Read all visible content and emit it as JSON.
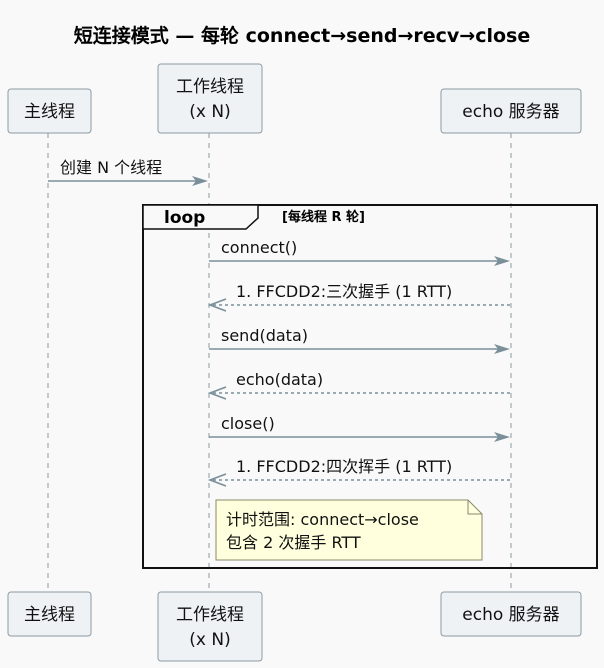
{
  "title": "短连接模式 — 每轮 connect→send→recv→close",
  "participants": [
    {
      "id": "main",
      "lines": [
        "主线程"
      ]
    },
    {
      "id": "worker",
      "lines": [
        "工作线程",
        "(x N)"
      ]
    },
    {
      "id": "server",
      "lines": [
        "echo 服务器"
      ]
    }
  ],
  "messages": [
    {
      "from": "main",
      "to": "worker",
      "label": "创建 N 个线程",
      "style": "solid"
    },
    {
      "from": "worker",
      "to": "server",
      "label": "connect()",
      "style": "solid"
    },
    {
      "from": "server",
      "to": "worker",
      "label": "1. FFCDD2:三次握手 (1 RTT)",
      "style": "dashed"
    },
    {
      "from": "worker",
      "to": "server",
      "label": "send(data)",
      "style": "solid"
    },
    {
      "from": "server",
      "to": "worker",
      "label": "echo(data)",
      "style": "dashed"
    },
    {
      "from": "worker",
      "to": "server",
      "label": "close()",
      "style": "solid"
    },
    {
      "from": "server",
      "to": "worker",
      "label": "1. FFCDD2:四次挥手 (1 RTT)",
      "style": "dashed"
    }
  ],
  "loop": {
    "keyword": "loop",
    "condition": "[每线程 R 轮]"
  },
  "note": {
    "lines": [
      "计时范围: connect→close",
      "包含 2 次握手 RTT"
    ]
  },
  "colors": {
    "background": "#f9f9f9",
    "participant_fill": "#eef2f4",
    "participant_border": "#8a9aa4",
    "arrow": "#7a8f9a",
    "note_fill": "#ffffdd"
  }
}
